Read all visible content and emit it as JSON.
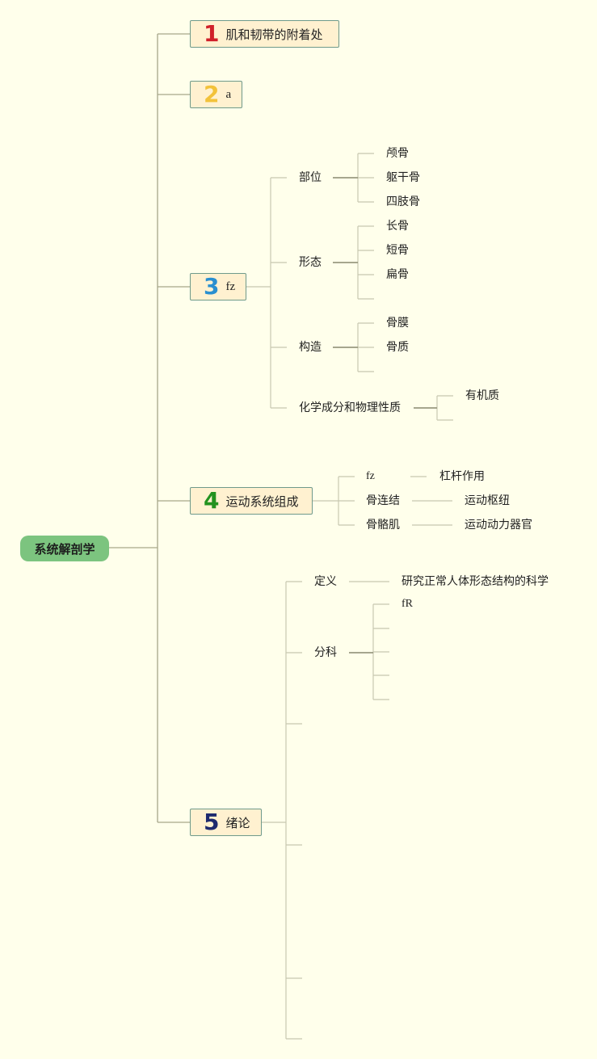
{
  "root": "系统解剖学",
  "branches": [
    {
      "num": "1",
      "color": "#D0202A",
      "label": "肌和韧带的附着处"
    },
    {
      "num": "2",
      "color": "#F2C23A",
      "label": "a"
    },
    {
      "num": "3",
      "color": "#2A8FD0",
      "label": "fz"
    },
    {
      "num": "4",
      "color": "#23921F",
      "label": "运动系统组成"
    },
    {
      "num": "5",
      "color": "#1E2A6E",
      "label": "绪论"
    }
  ],
  "b3": {
    "part": {
      "label": "部位",
      "items": [
        "颅骨",
        "躯干骨",
        "四肢骨"
      ]
    },
    "shape": {
      "label": "形态",
      "items": [
        "长骨",
        "短骨",
        "扁骨"
      ]
    },
    "structure": {
      "label": "构造",
      "items": [
        "骨膜",
        "骨质"
      ]
    },
    "chem": {
      "label": "化学成分和物理性质",
      "items": [
        "有机质"
      ]
    }
  },
  "b4": [
    {
      "label": "fz",
      "child": "杠杆作用"
    },
    {
      "label": "骨连结",
      "child": "运动枢纽"
    },
    {
      "label": "骨骼肌",
      "child": "运动动力器官"
    }
  ],
  "b5": {
    "definition": {
      "label": "定义",
      "child": "研究正常人体形态结构的科学"
    },
    "subject": {
      "label": "分科",
      "items": [
        "fR"
      ]
    }
  }
}
